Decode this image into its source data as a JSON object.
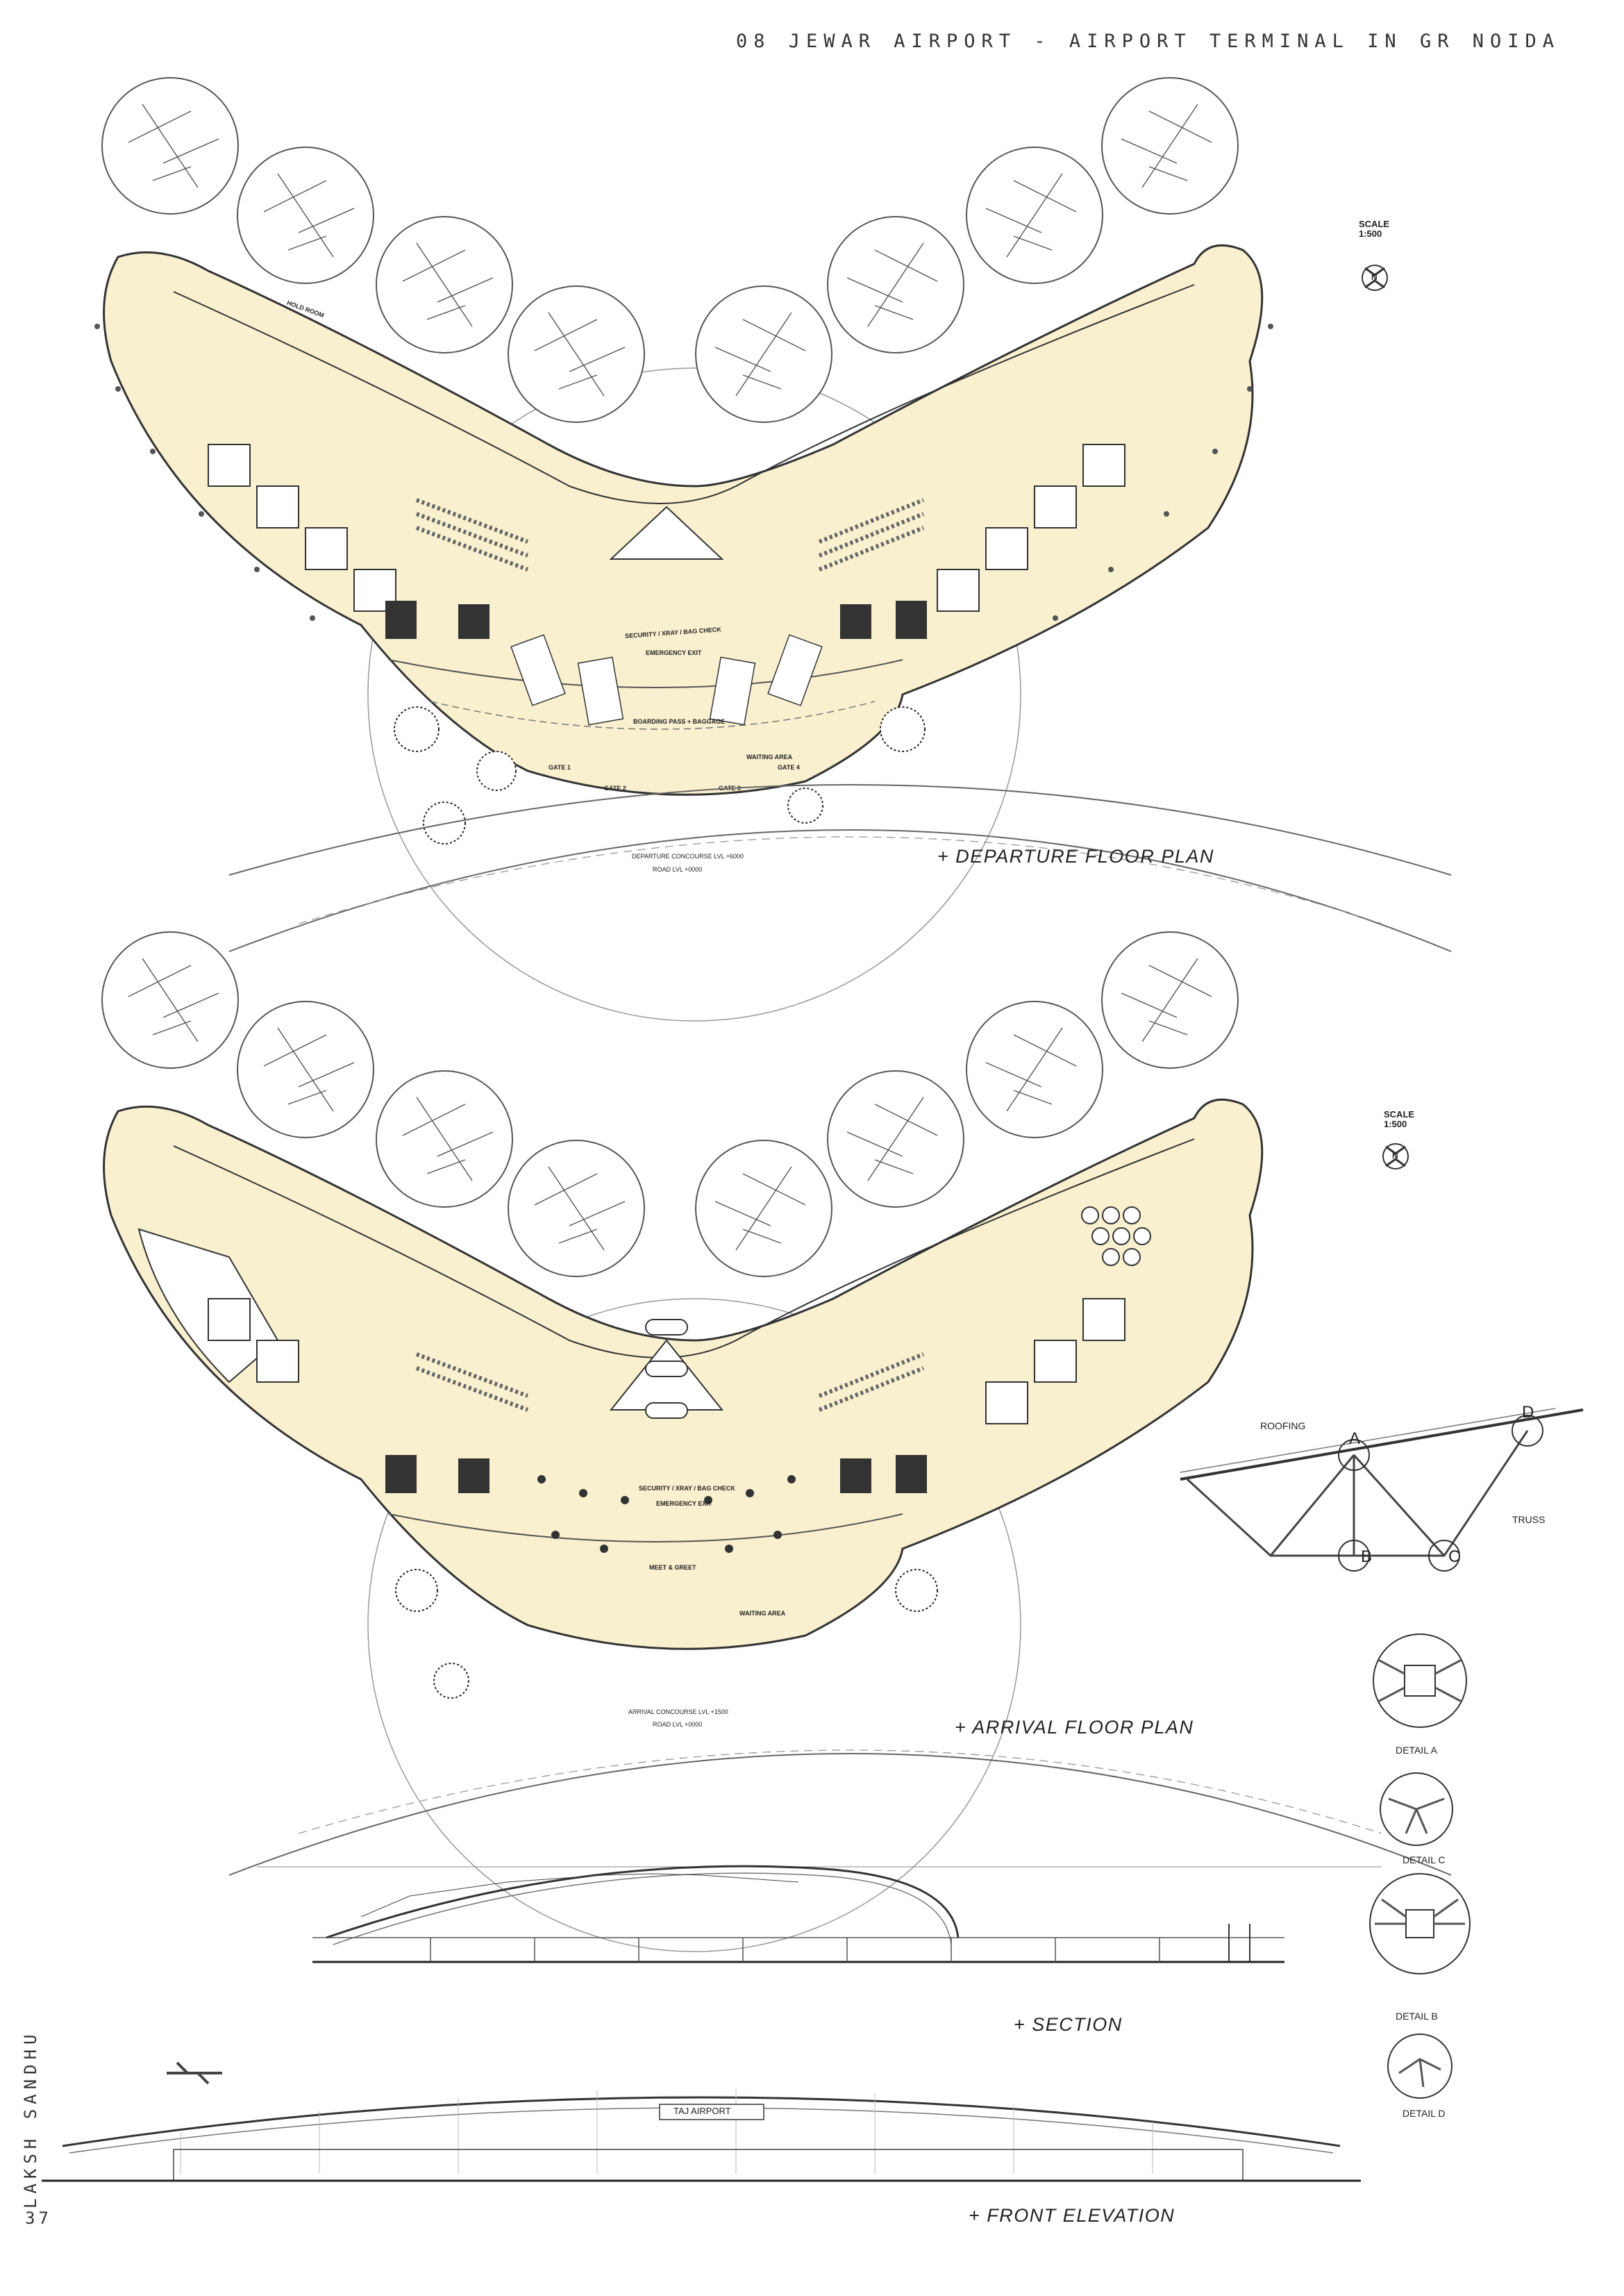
{
  "header": {
    "title": "08 JEWAR AIRPORT - AIRPORT TERMINAL IN GR NOIDA"
  },
  "author": "LAKSH SANDHU",
  "page_number": "37",
  "departure": {
    "label": "+ DEPARTURE FLOOR PLAN",
    "scale_label": "SCALE",
    "scale_value": "1:500",
    "north": "N",
    "room_labels": {
      "security": "SECURITY / XRAY / BAG CHECK",
      "emergency": "EMERGENCY EXIT",
      "boarding": "BOARDING PASS + BAGGAGE",
      "waiting": "WAITING AREA",
      "hold_room": "HOLD ROOM",
      "gate_1": "GATE 1",
      "gate_2": "GATE 2",
      "gate_3": "GATE 3",
      "gate_4": "GATE 4",
      "curb": "DEPARTURE CONCOURSE LVL +6000",
      "road": "ROAD LVL +0000"
    }
  },
  "arrival": {
    "label": "+ ARRIVAL FLOOR PLAN",
    "scale_label": "SCALE",
    "scale_value": "1:500",
    "north": "N",
    "room_labels": {
      "security": "SECURITY / XRAY / BAG CHECK",
      "emergency": "EMERGENCY EXIT",
      "meet": "MEET & GREET",
      "waiting": "WAITING AREA",
      "curb": "ARRIVAL CONCOURSE LVL +1500",
      "road": "ROAD LVL +0000"
    }
  },
  "truss": {
    "roofing": "ROOFING",
    "truss": "TRUSS",
    "node_a": "A",
    "node_b": "B",
    "node_c": "C",
    "node_d": "D"
  },
  "details": [
    "DETAIL A",
    "DETAIL C",
    "DETAIL B",
    "DETAIL D"
  ],
  "section": {
    "label": "+ SECTION"
  },
  "elevation": {
    "label": "+ FRONT ELEVATION",
    "sign": "TAJ AIRPORT"
  },
  "colors": {
    "floor_fill": "#f8f0cf",
    "line": "#444444",
    "sky": "#ffffff"
  },
  "icons": [
    "aircraft-icon",
    "north-arrow-icon",
    "tree-icon"
  ]
}
